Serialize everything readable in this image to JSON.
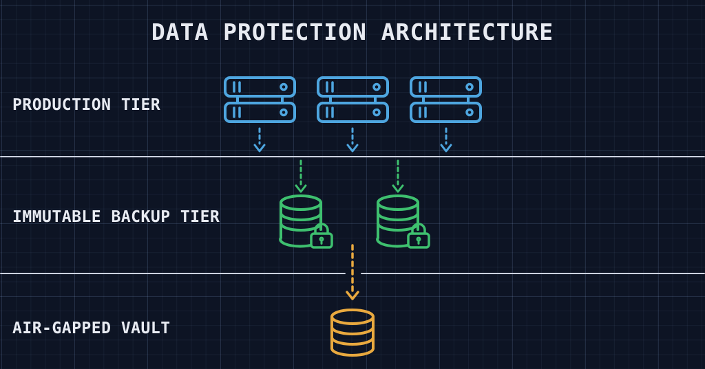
{
  "title": "DATA PROTECTION ARCHITECTURE",
  "colors": {
    "background": "#0d1424",
    "grid_line": "#223353",
    "text": "#e8ebf2",
    "divider": "#ccd2e0",
    "production_blue": "#4ea6e0",
    "backup_green": "#3ec06f",
    "vault_orange": "#e9a93f"
  },
  "tiers": [
    {
      "id": "production",
      "label": "PRODUCTION TIER",
      "icon": "server-icon",
      "icon_count": 3,
      "color": "#4ea6e0"
    },
    {
      "id": "immutable-backup",
      "label": "IMMUTABLE BACKUP TIER",
      "icon": "locked-database-icon",
      "icon_count": 2,
      "color": "#3ec06f"
    },
    {
      "id": "air-gapped-vault",
      "label": "AIR-GAPPED VAULT",
      "icon": "database-icon",
      "icon_count": 1,
      "color": "#e9a93f"
    }
  ],
  "arrows": [
    {
      "from": "production",
      "to": "immutable-backup",
      "style": "dashed",
      "direction": "down",
      "count": 3,
      "color": "#4ea6e0"
    },
    {
      "from": "production",
      "to": "immutable-backup",
      "style": "dashed",
      "direction": "down",
      "count": 2,
      "color": "#3ec06f"
    },
    {
      "from": "immutable-backup",
      "to": "air-gapped-vault",
      "style": "dashed",
      "direction": "down",
      "count": 1,
      "color": "#e9a93f"
    }
  ]
}
